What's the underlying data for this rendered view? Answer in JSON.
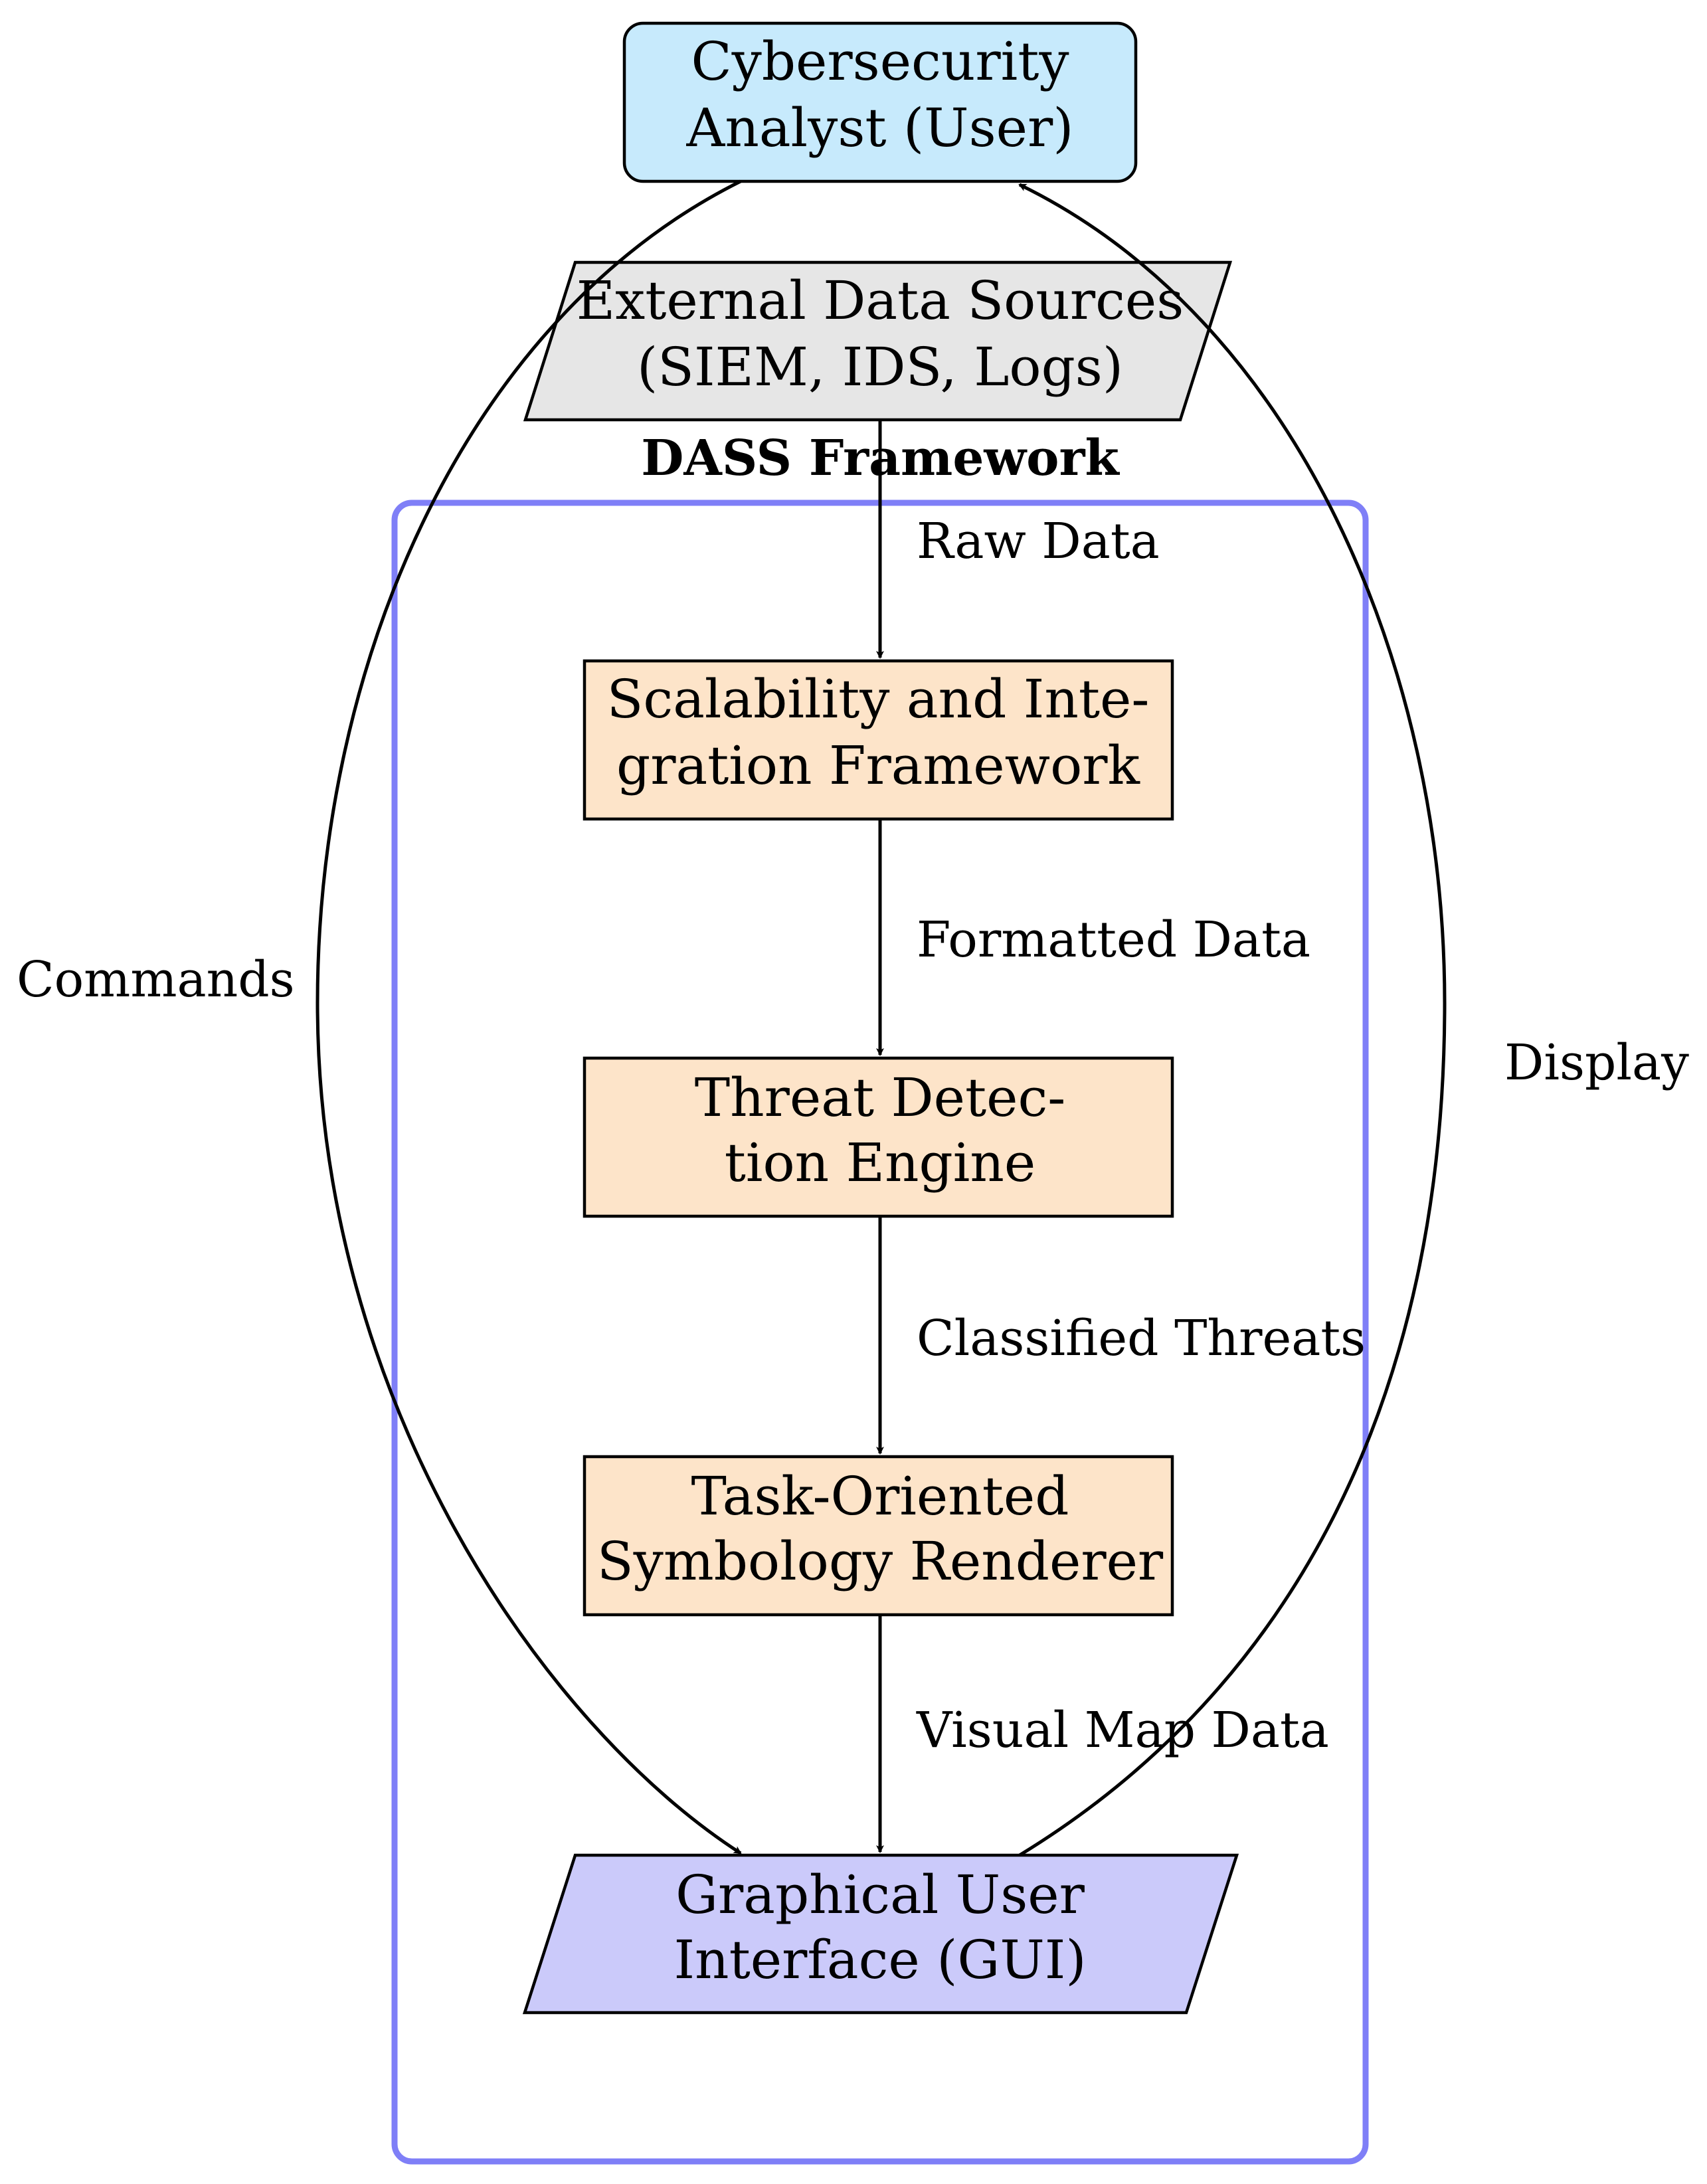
{
  "frame": {
    "title": "DASS Framework",
    "color": "#7f7ff7"
  },
  "nodes": {
    "analyst": {
      "line1": "Cybersecurity",
      "line2": "Analyst (User)",
      "fill": "#c7eafc"
    },
    "sources": {
      "line1": "External Data Sources",
      "line2": "(SIEM, IDS, Logs)",
      "fill": "#e6e6e6"
    },
    "integration": {
      "line1": "Scalability and Inte-",
      "line2": "gration Framework",
      "fill": "#fde4c9"
    },
    "threat": {
      "line1": "Threat Detec-",
      "line2": "tion Engine",
      "fill": "#fde4c9"
    },
    "renderer": {
      "line1": "Task-Oriented",
      "line2": "Symbology Renderer",
      "fill": "#fde4c9"
    },
    "gui": {
      "line1": "Graphical User",
      "line2": "Interface (GUI)",
      "fill": "#cbcafa"
    }
  },
  "edges": {
    "raw": "Raw Data",
    "formatted": "Formatted Data",
    "classified": "Classified Threats",
    "visual": "Visual Map Data",
    "commands": "Commands",
    "display": "Display"
  }
}
